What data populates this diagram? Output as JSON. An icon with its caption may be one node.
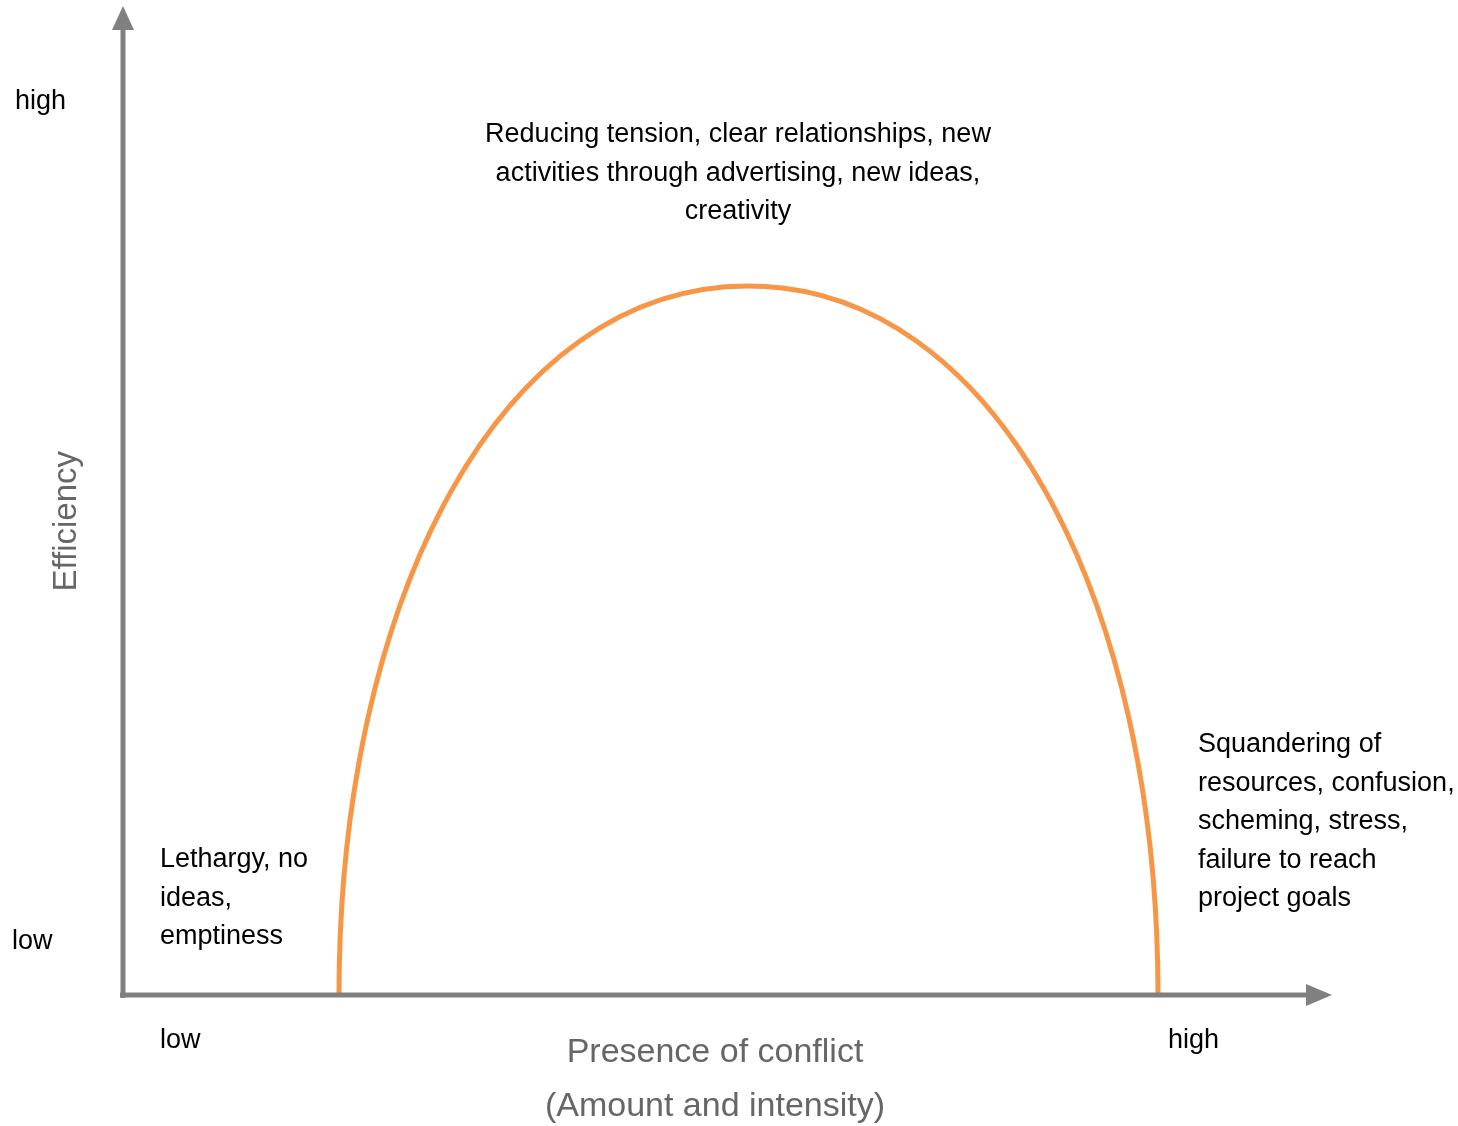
{
  "diagram": {
    "labels": [
      "high",
      "low",
      "Efficiency",
      "Reducing tension, clear relationships, new activities through advertising, new ideas, creativity",
      "Lethargy, no ideas, emptiness",
      "Squandering of resources, confusion, scheming, stress, failure to reach project goals",
      "low",
      "high",
      "Presence of conflict",
      "(Amount and intensity)"
    ]
  }
}
